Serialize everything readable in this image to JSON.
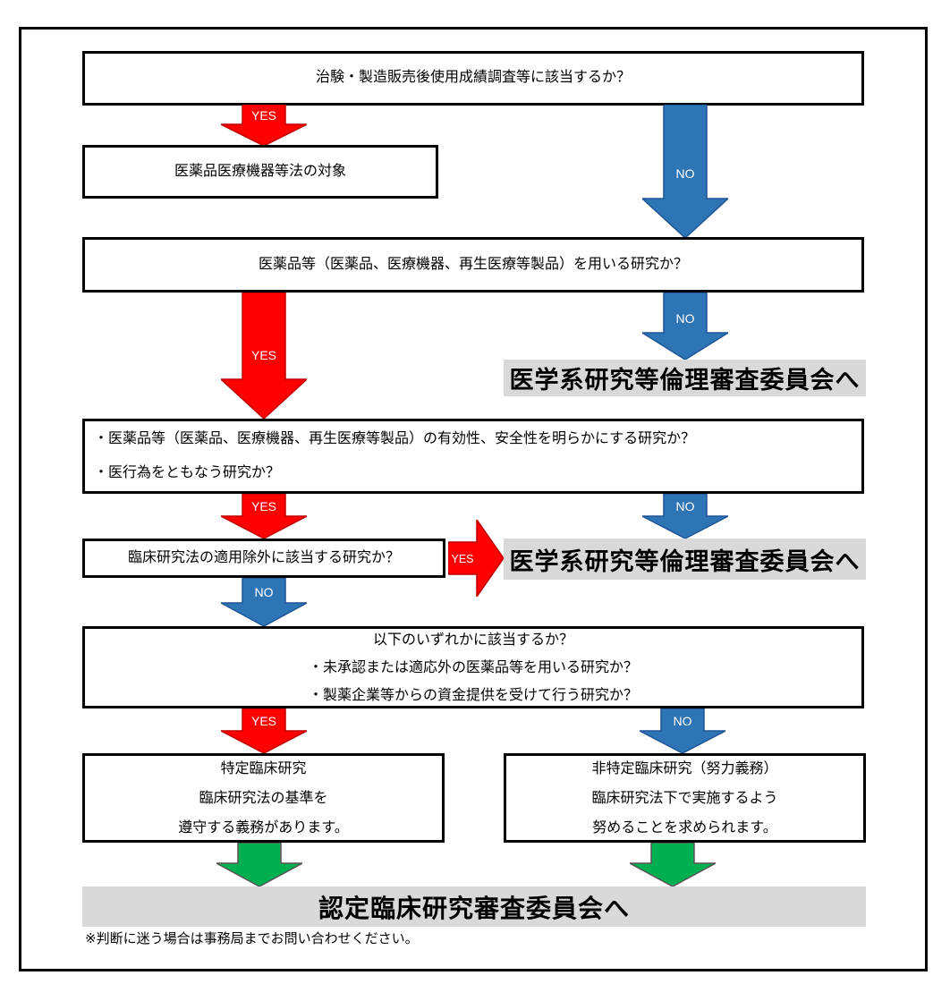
{
  "labels": {
    "yes": "YES",
    "no": "NO"
  },
  "colors": {
    "yes_arrow_fill": "#ff0000",
    "yes_arrow_stroke": "#c00000",
    "no_arrow_fill": "#2e75b6",
    "no_arrow_stroke": "#1f5597",
    "committee_arrow_fill": "#00b050",
    "committee_arrow_stroke": "#555555",
    "highlight_box_bg": "#d9d9d9",
    "box_border": "#000000"
  },
  "boxes": {
    "q1": {
      "text": "治験・製造販売後使用成績調査等に該当するか？"
    },
    "pmd_law": {
      "text": "医薬品医療機器等法の対象"
    },
    "q2": {
      "text": "医薬品等（医薬品、医療機器、再生医療等製品）を用いる研究か？"
    },
    "q3": {
      "line1": "・医薬品等（医薬品、医療機器、再生医療等製品）の有効性、安全性を明らかにする研究か？",
      "line2": "・医行為をともなう研究か？"
    },
    "q4": {
      "text": "臨床研究法の適用除外に該当する研究か？"
    },
    "q5": {
      "line1": "以下のいずれかに該当するか？",
      "line2": "・未承認または適応外の医薬品等を用いる研究か？",
      "line3": "・製薬企業等からの資金提供を受けて行う研究か？"
    },
    "ethics_committee_1": {
      "text": "医学系研究等倫理審査委員会へ"
    },
    "ethics_committee_2": {
      "text": "医学系研究等倫理審査委員会へ"
    },
    "specified": {
      "line1": "特定臨床研究",
      "line2": "臨床研究法の基準を",
      "line3": "遵守する義務があります。"
    },
    "non_specified": {
      "line1": "非特定臨床研究（努力義務）",
      "line2": "臨床研究法下で実施するよう",
      "line3": "努めることを求められます。"
    },
    "certified_committee": {
      "text": "認定臨床研究審査委員会へ"
    }
  },
  "footer": {
    "note": "※判断に迷う場合は事務局までお問い合わせください。"
  }
}
